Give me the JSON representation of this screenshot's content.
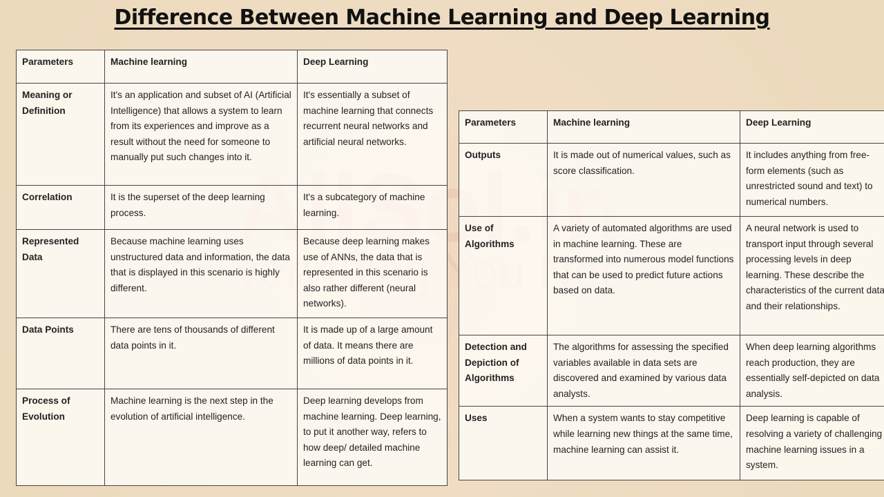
{
  "title": "Difference Between Machine Learning and Deep Learning",
  "watermark": {
    "line1": "AllSol.in",
    "line2": "Everything You Need"
  },
  "headers": [
    "Parameters",
    "Machine learning",
    "Deep Learning"
  ],
  "left_table": [
    [
      "Meaning or Definition",
      "It's an application and subset of AI (Artificial Intelligence) that allows a system to learn from its experiences and improve as a result without the need for someone to manually put such changes into it.",
      "It's essentially a subset of machine learning that connects recurrent neural networks and artificial neural networks."
    ],
    [
      "Correlation",
      "It is the superset of the deep learning process.",
      "It's a subcategory of machine learning."
    ],
    [
      "Represented Data",
      "Because machine learning uses unstructured data and information, the data that is displayed in this scenario is highly different.",
      "Because deep learning makes use of ANNs, the data that is represented in this scenario is also rather different (neural networks)."
    ],
    [
      "Data Points",
      "There are tens of thousands of different data points in it.",
      "It is made up of a large amount of data. It means there are millions of data points in it."
    ],
    [
      "Process of Evolution",
      "Machine learning is the next step in the evolution of artificial intelligence.",
      "Deep learning develops from machine learning. Deep learning, to put it another way, refers to how deep/ detailed machine learning can get."
    ]
  ],
  "right_table": [
    [
      "Outputs",
      "It is made out of numerical values, such as score classification.",
      "It includes anything from free-form elements (such as unrestricted sound and text) to numerical numbers."
    ],
    [
      "Use of Algorithms",
      "A variety of automated algorithms are used in machine learning. These are transformed into numerous model functions that can be used to predict future actions based on data.",
      "A neural network is used to transport input through several processing levels in deep learning. These describe the characteristics of the current data and their relationships."
    ],
    [
      "Detection and Depiction of Algorithms",
      "The algorithms for assessing the specified variables available in data sets are discovered and examined by various data analysts.",
      "When deep learning algorithms reach production, they are essentially self-depicted on data analysis."
    ],
    [
      "Uses",
      "When a system wants to stay competitive while learning new things at the same time, machine learning can assist it.",
      "Deep learning is capable of resolving a variety of challenging machine learning issues in a system."
    ]
  ]
}
